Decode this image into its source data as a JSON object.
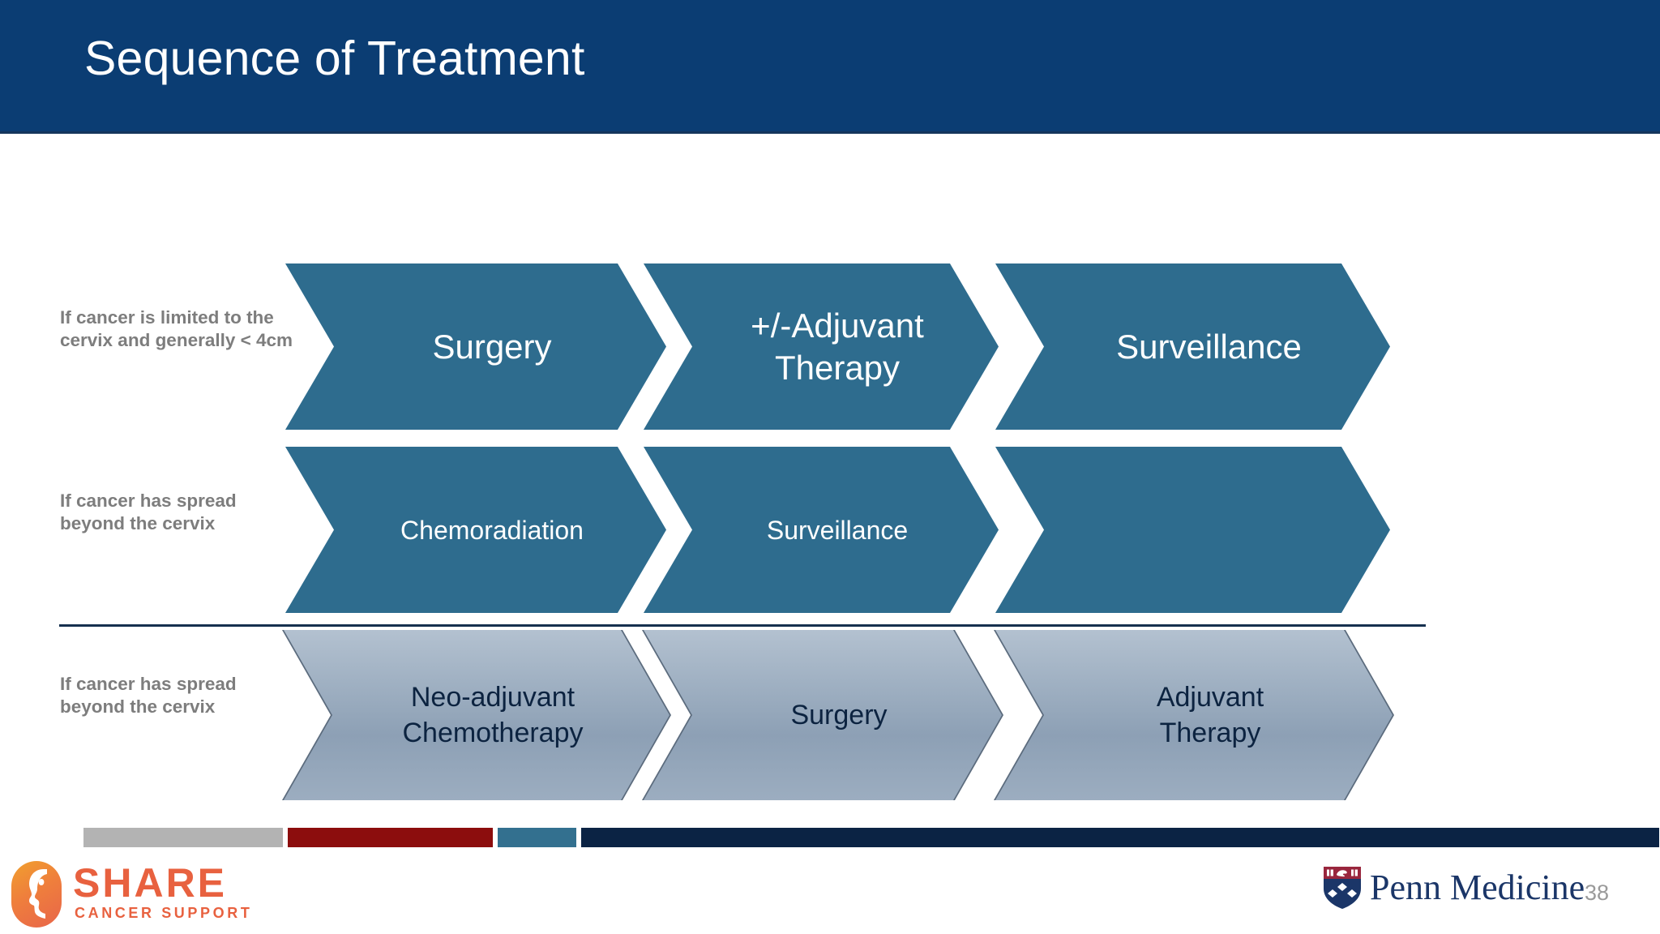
{
  "slide": {
    "title": "Sequence of Treatment",
    "page_number": "38",
    "colors": {
      "title_bar": "#0b3d73",
      "chevron_dark": "#2e6c8e",
      "chevron_light": "#9fb0c2",
      "chevron_light_text": "#0c2340",
      "label_text": "#7d7d7d",
      "divider": "#16304f",
      "footer_gray": "#b3b3b3",
      "footer_red": "#8c0d0d",
      "footer_teal": "#33708f",
      "footer_navy": "#0b2344",
      "share_orange": "#e8613f",
      "penn_navy": "#1b3668"
    }
  },
  "rows": [
    {
      "label": "If cancer is limited to the cervix and generally < 4cm",
      "style": "dark",
      "steps": [
        {
          "label": "Surgery"
        },
        {
          "label": "+/-Adjuvant\nTherapy"
        },
        {
          "label": "Surveillance"
        }
      ]
    },
    {
      "label": "If cancer has spread beyond the cervix",
      "style": "dark",
      "steps": [
        {
          "label": "Chemoradiation"
        },
        {
          "label": "Surveillance"
        },
        {
          "label": ""
        }
      ]
    },
    {
      "label": "If cancer has spread beyond the cervix",
      "style": "light",
      "steps": [
        {
          "label": "Neo-adjuvant\nChemotherapy"
        },
        {
          "label": "Surgery"
        },
        {
          "label": "Adjuvant\nTherapy"
        }
      ]
    }
  ],
  "footer": {
    "share_logo": {
      "word": "SHARE",
      "tagline": "CANCER SUPPORT",
      "icon": "share-face-badge-icon"
    },
    "penn_logo": {
      "word": "Penn Medicine",
      "icon": "penn-shield-icon"
    }
  }
}
